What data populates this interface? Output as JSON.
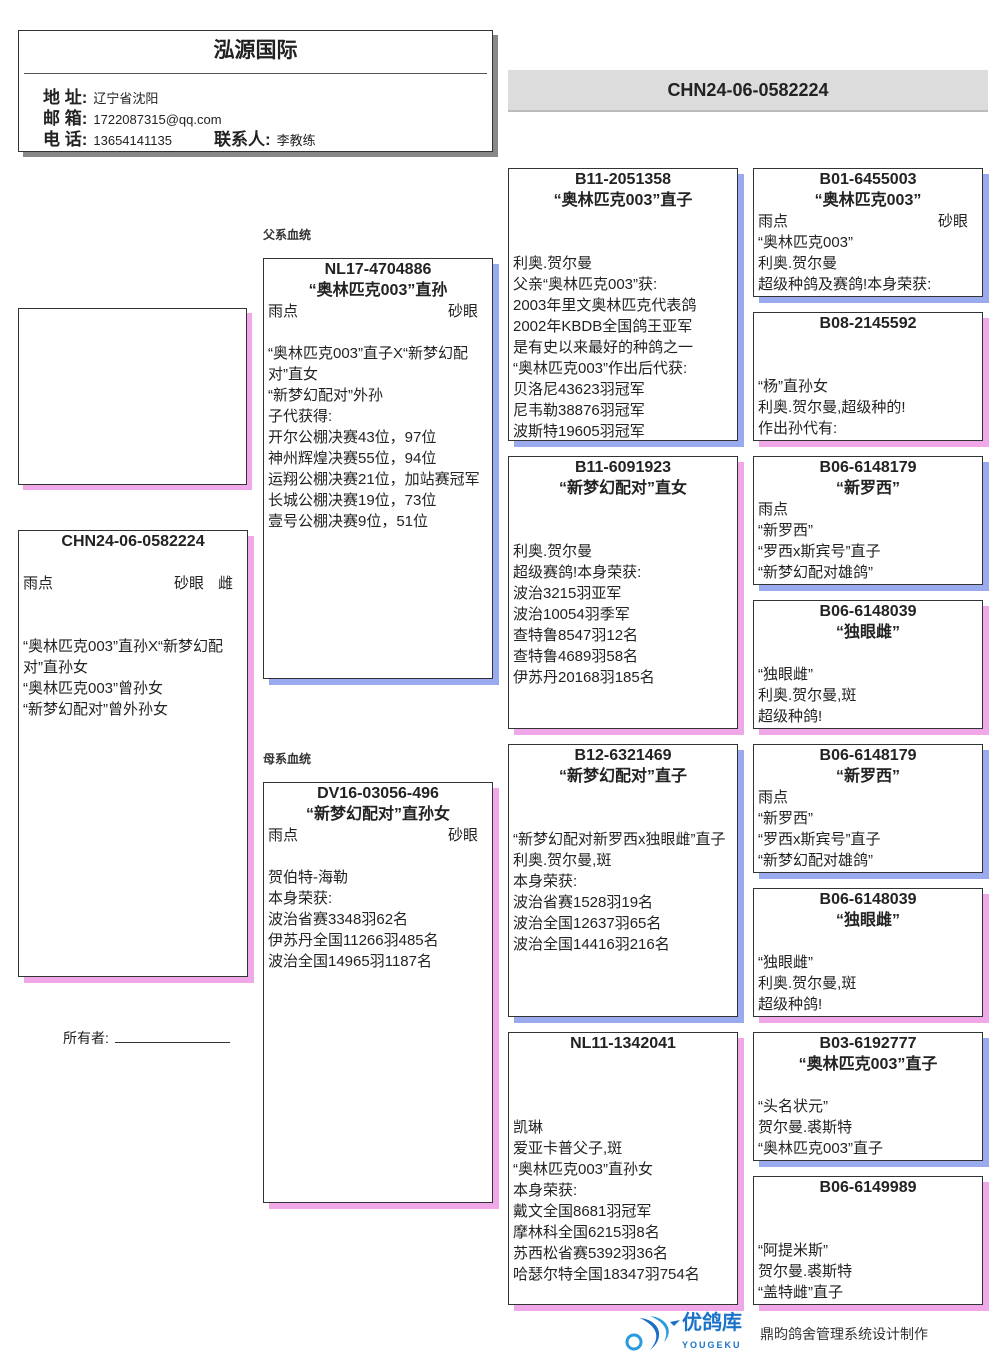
{
  "header": {
    "title": "泓源国际",
    "address_label": "地 址:",
    "address": "辽宁省沈阳",
    "email_label": "邮 箱:",
    "email": "1722087315@qq.com",
    "phone_label": "电 话:",
    "phone": "13654141135",
    "contact_label": "联系人:",
    "contact": "李教练"
  },
  "banner_ring": "CHN24-06-0582224",
  "labels": {
    "sire_line": "父系血统",
    "dam_line": "母系血统",
    "owner": "所有者:"
  },
  "footer": {
    "brand": "优鸽库",
    "brand_en": "YOUGEKU",
    "credit": "鼎昀鸽舍管理系统设计制作"
  },
  "colors": {
    "male_shadow": "#99aaee",
    "female_shadow": "#f0a8e8"
  },
  "boxes": [
    {
      "role": "subject",
      "ring": "CHN24-06-0582224",
      "name": "",
      "color": {
        "plumage": "雨点",
        "eye": "砂眼",
        "sex": "雌"
      },
      "lines": [
        "“奥林匹克003”直孙X“新梦幻配对”直孙女",
        "“奥林匹克003”曾孙女",
        "“新梦幻配对”曾外孙女"
      ]
    },
    {
      "role": "sire",
      "ring": "NL17-4704886",
      "name": "“奥林匹克003”直孙",
      "color": {
        "plumage": "雨点",
        "eye": "砂眼"
      },
      "lines": [
        "“奥林匹克003”直子X“新梦幻配对”直女",
        "“新梦幻配对”外孙",
        "子代获得:",
        "开尔公棚决赛43位，97位",
        "神州辉煌决赛55位，94位",
        "运翔公棚决赛21位，加站赛冠军",
        "长城公棚决赛19位，73位",
        "壹号公棚决赛9位，51位"
      ]
    },
    {
      "role": "dam",
      "ring": "DV16-03056-496",
      "name": "“新梦幻配对”直孙女",
      "color": {
        "plumage": "雨点",
        "eye": "砂眼"
      },
      "lines": [
        "贺伯特-海勒",
        "本身荣获:",
        "波治省赛3348羽62名",
        "伊苏丹全国11266羽485名",
        "波治全国14965羽1187名"
      ]
    },
    {
      "role": "sire-sire",
      "ring": "B11-2051358",
      "name": "“奥林匹克003”直子",
      "lines": [
        "利奥.贺尔曼",
        "父亲“奥林匹克003”获:",
        "2003年里文奥林匹克代表鸽",
        "2002年KBDB全国鸽王亚军",
        "是有史以来最好的种鸽之一",
        "“奥林匹克003”作出后代获:",
        "贝洛尼43623羽冠军",
        "尼韦勒38876羽冠军",
        "波斯特19605羽冠军"
      ]
    },
    {
      "role": "sire-dam",
      "ring": "B11-6091923",
      "name": "“新梦幻配对”直女",
      "lines": [
        "利奥.贺尔曼",
        "超级赛鸽!本身荣获:",
        "波治3215羽亚军",
        "波治10054羽季军",
        "查特鲁8547羽12名",
        "查特鲁4689羽58名",
        "伊苏丹20168羽185名"
      ]
    },
    {
      "role": "dam-sire",
      "ring": "B12-6321469",
      "name": "“新梦幻配对”直子",
      "lines": [
        "“新梦幻配对新罗西x独眼雌”直子",
        "利奥.贺尔曼,斑",
        "本身荣获:",
        "波治省赛1528羽19名",
        "波治全国12637羽65名",
        "波治全国14416羽216名"
      ]
    },
    {
      "role": "dam-dam",
      "ring": "NL11-1342041",
      "name": "",
      "lines": [
        "凯琳",
        "爱亚卡普父子,斑",
        "“奥林匹克003”直孙女",
        "本身荣获:",
        "戴文全国8681羽冠军",
        "摩林科全国6215羽8名",
        "苏西松省赛5392羽36名",
        "哈瑟尔特全国18347羽754名"
      ]
    },
    {
      "role": "sss",
      "ring": "B01-6455003",
      "name": "“奥林匹克003”",
      "color": {
        "plumage": "雨点",
        "eye": "砂眼"
      },
      "lines": [
        "“奥林匹克003”",
        "利奥.贺尔曼",
        "超级种鸽及赛鸽!本身荣获:"
      ]
    },
    {
      "role": "ssd",
      "ring": "B08-2145592",
      "name": "",
      "lines": [
        "“杨”直孙女",
        "利奥.贺尔曼,超级种的!",
        "作出孙代有:"
      ]
    },
    {
      "role": "sds",
      "ring": "B06-6148179",
      "name": "“新罗西”",
      "color": {
        "plumage": "雨点"
      },
      "lines": [
        "“新罗西”",
        "“罗西x斯宾号”直子",
        "“新梦幻配对雄鸽”"
      ]
    },
    {
      "role": "sdd",
      "ring": "B06-6148039",
      "name": "“独眼雌”",
      "lines": [
        "“独眼雌”",
        "利奥.贺尔曼,斑",
        "超级种鸽!"
      ]
    },
    {
      "role": "dss",
      "ring": "B06-6148179",
      "name": "“新罗西”",
      "color": {
        "plumage": "雨点"
      },
      "lines": [
        "“新罗西”",
        "“罗西x斯宾号”直子",
        "“新梦幻配对雄鸽”"
      ]
    },
    {
      "role": "dsd",
      "ring": "B06-6148039",
      "name": "“独眼雌”",
      "lines": [
        "“独眼雌”",
        "利奥.贺尔曼,斑",
        "超级种鸽!"
      ]
    },
    {
      "role": "dds",
      "ring": "B03-6192777",
      "name": "“奥林匹克003”直子",
      "lines": [
        "“头名状元”",
        "贺尔曼.裘斯特",
        "“奥林匹克003”直子"
      ]
    },
    {
      "role": "ddd",
      "ring": "B06-6149989",
      "name": "",
      "lines": [
        "“阿提米斯”",
        "贺尔曼.裘斯特",
        "“盖特雌”直子"
      ]
    }
  ]
}
